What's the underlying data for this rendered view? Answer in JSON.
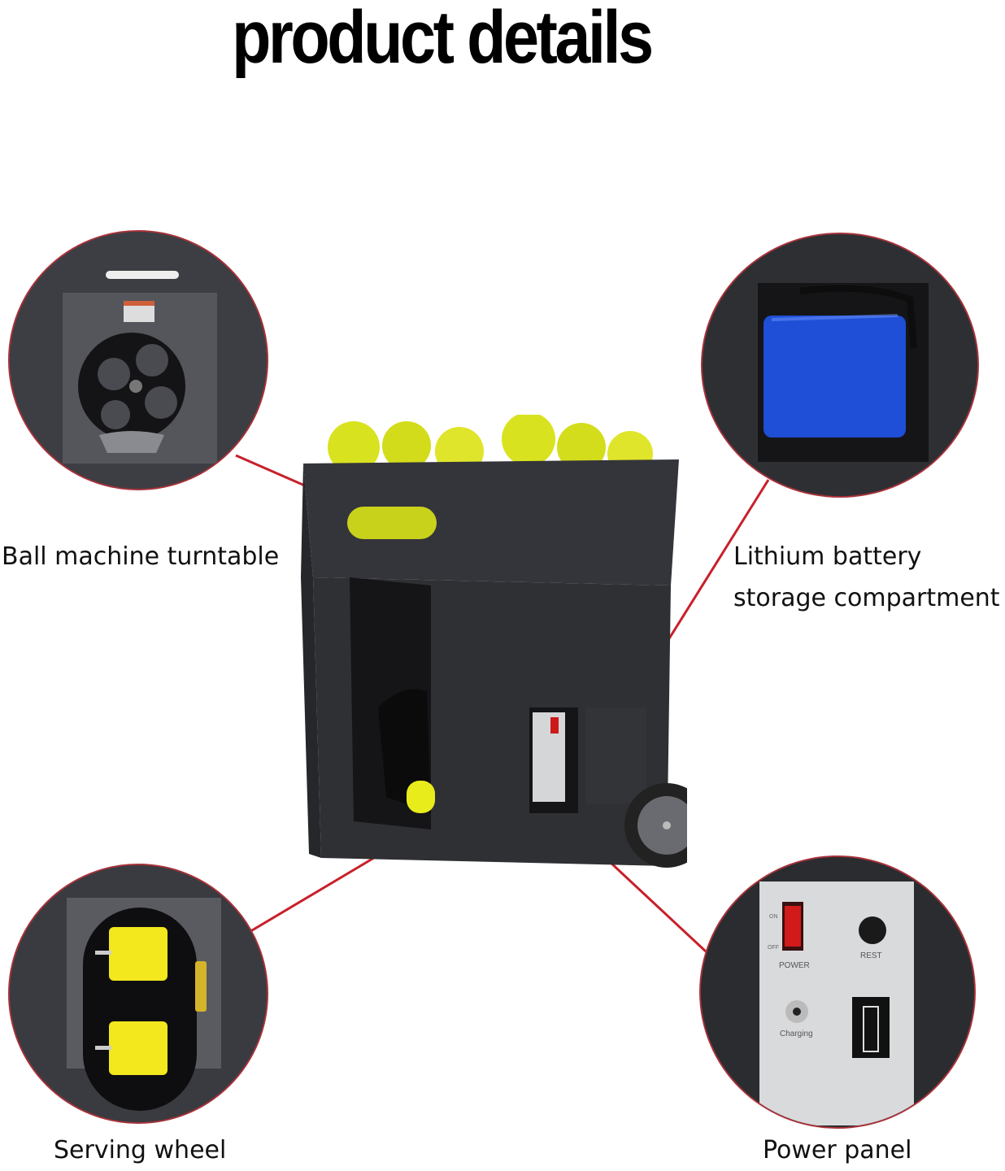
{
  "title": "product details",
  "callouts": [
    {
      "id": "turntable",
      "label": "Ball machine turntable"
    },
    {
      "id": "battery",
      "label_lines": [
        "Lithium battery",
        "storage compartment"
      ]
    },
    {
      "id": "serving",
      "label": "Serving wheel"
    },
    {
      "id": "power",
      "label": "Power panel"
    }
  ],
  "power_panel": {
    "switch_on": "ON",
    "switch_off": "OFF",
    "power_label": "POWER",
    "reset_label": "REST",
    "charging_label": "Charging"
  },
  "colors": {
    "leader_line": "#c8202a",
    "ball": "#d9e21f",
    "battery": "#1f4fd6",
    "body": "#2f3034"
  }
}
